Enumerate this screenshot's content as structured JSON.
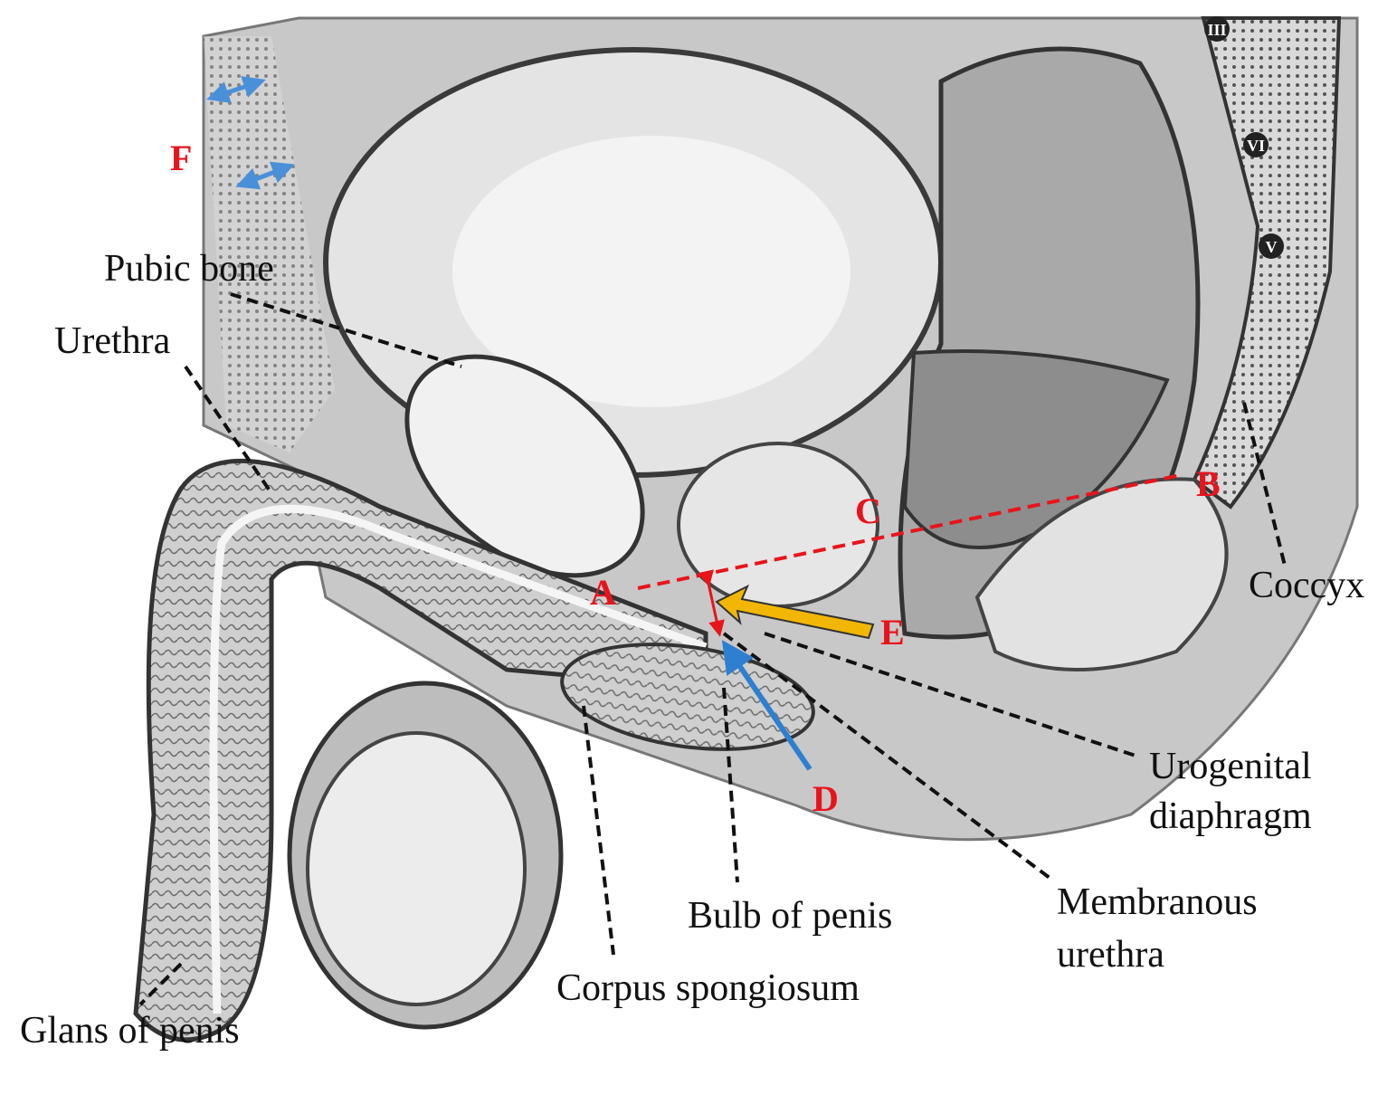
{
  "title": "Sagittal section of the male pelvis",
  "labels": {
    "pubic_bone": "Pubic bone",
    "urethra": "Urethra",
    "coccyx": "Coccyx",
    "urogenital_1": "Urogenital",
    "urogenital_2": "diaphragm",
    "membranous_1": "Membranous",
    "membranous_2": "urethra",
    "bulb": "Bulb of penis",
    "corpus": "Corpus spongiosum",
    "glans": "Glans of penis"
  },
  "markers": {
    "A": "A",
    "B": "B",
    "C": "C",
    "D": "D",
    "E": "E",
    "F": "F"
  },
  "vertebrae": [
    "III",
    "VI",
    "V"
  ],
  "colors": {
    "marker_red": "#e8141c",
    "arrow_yellow": "#f2b705",
    "arrow_blue": "#2f7fd0",
    "double_arrow_blue": "#4a90d9"
  }
}
